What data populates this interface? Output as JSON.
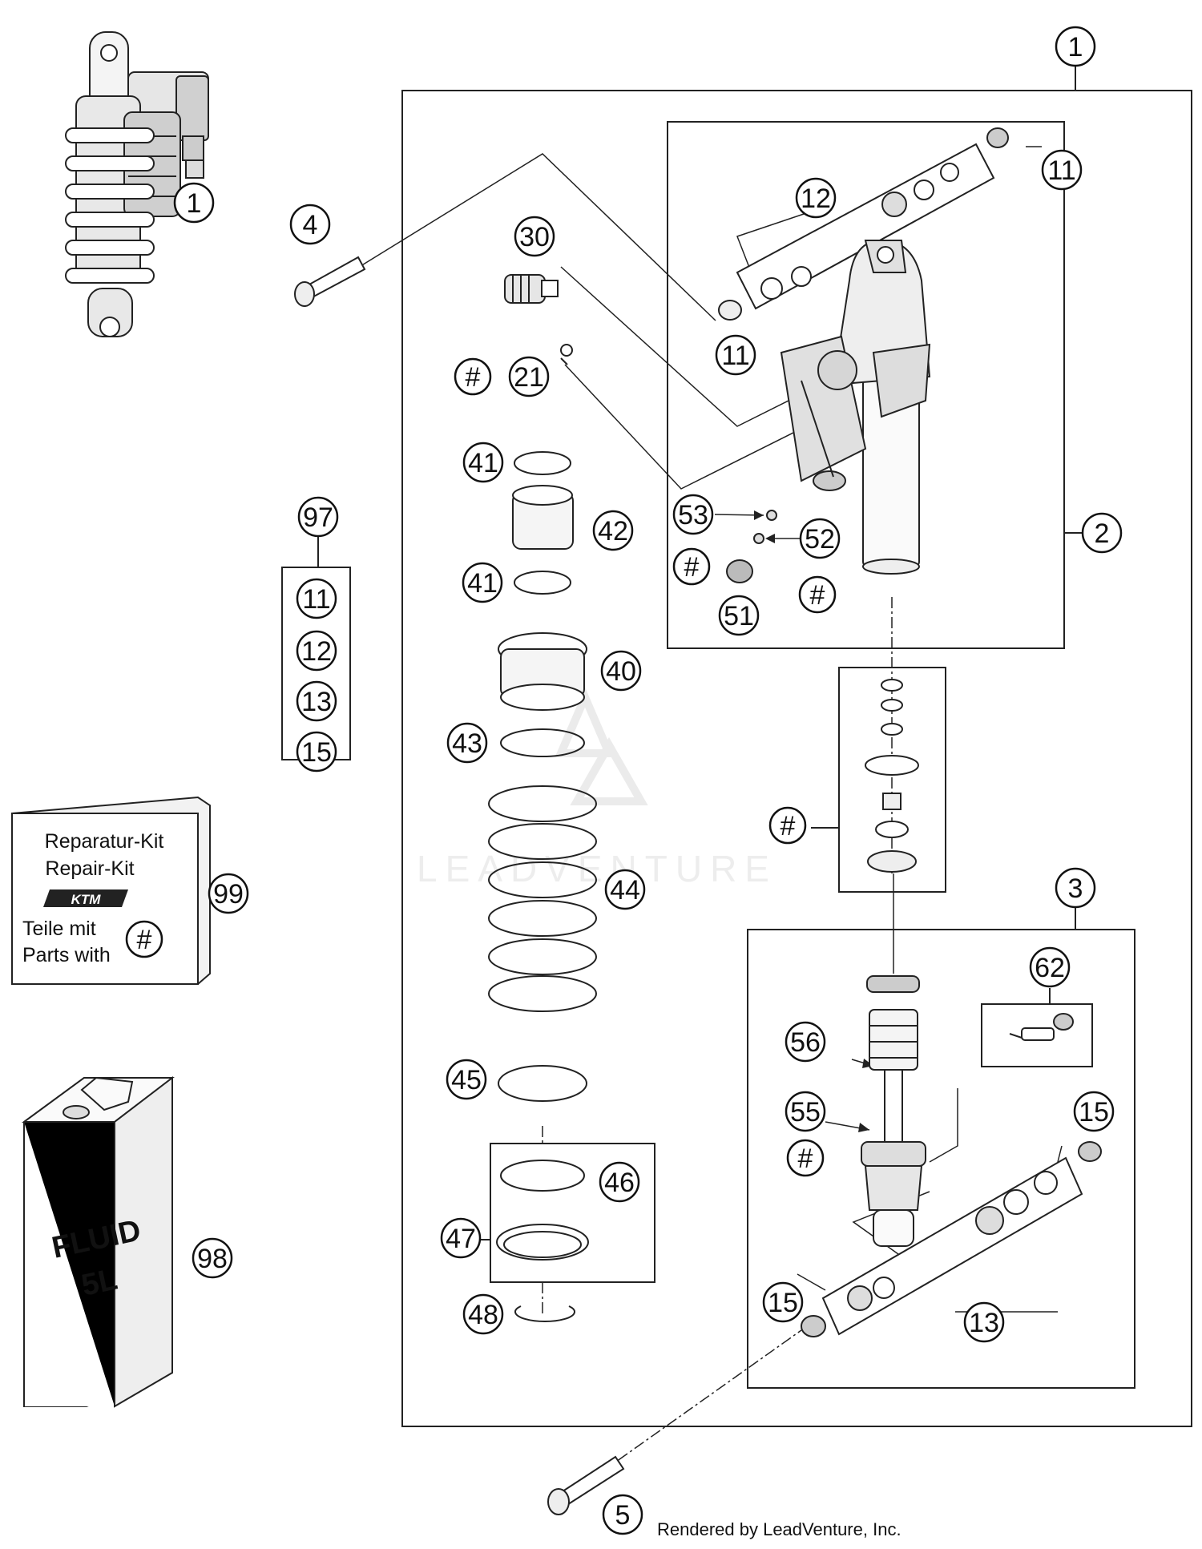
{
  "callouts": {
    "c1_icon": "1",
    "c1_frame": "1",
    "c2": "2",
    "c3": "3",
    "c4": "4",
    "c5": "5",
    "c11_top": "11",
    "c11_mid": "11",
    "c12": "12",
    "c30": "30",
    "c21": "21",
    "c41_top": "41",
    "c42": "42",
    "c41_bot": "41",
    "c40": "40",
    "c43": "43",
    "c44": "44",
    "c45": "45",
    "c46": "46",
    "c47": "47",
    "c48": "48",
    "c53": "53",
    "c52": "52",
    "c51": "51",
    "c62": "62",
    "c56": "56",
    "c55": "55",
    "c15_right": "15",
    "c15_left": "15",
    "c13": "13",
    "c97": "97",
    "c97_11": "11",
    "c97_12": "12",
    "c97_13": "13",
    "c97_15": "15",
    "c98": "98",
    "c99": "99",
    "hash_21": "#",
    "hash_53": "#",
    "hash_51": "#",
    "hash_mid": "#",
    "hash_55": "#",
    "hash_kit": "#"
  },
  "repair_kit": {
    "line1": "Reparatur-Kit",
    "line2": "Repair-Kit",
    "brand": "KTM",
    "line3": "Teile mit",
    "line4": "Parts with"
  },
  "fluid_can": {
    "line1": "FLUID",
    "line2": "5L"
  },
  "watermark": "LEADVENTURE",
  "footer": "Rendered by LeadVenture, Inc."
}
